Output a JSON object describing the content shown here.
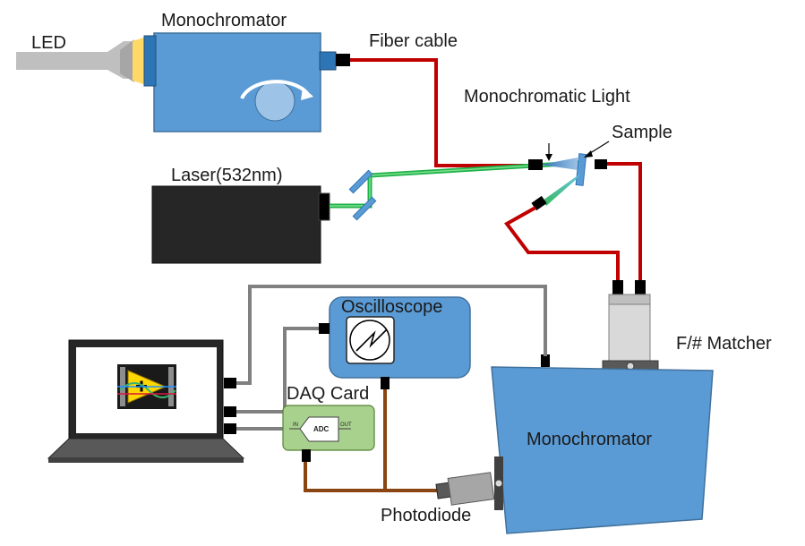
{
  "labels": {
    "led": "LED",
    "monochromator_top": "Monochromator",
    "fiber_cable": "Fiber cable",
    "monochromatic_light": "Monochromatic Light",
    "sample": "Sample",
    "laser": "Laser(532nm)",
    "oscilloscope": "Oscilloscope",
    "daq_card": "DAQ Card",
    "fn_matcher": "F/# Matcher",
    "monochromator_bottom": "Monochromator",
    "photodiode": "Photodiode"
  },
  "daq_board": {
    "adc": "ADC",
    "in": "IN",
    "out": "OUT"
  },
  "colors": {
    "device_blue": "#5b9bd5",
    "device_blue_border": "#41719c",
    "fiber_red": "#c00000",
    "laser_green": "#1fb24a",
    "signal_brown": "#8b4513",
    "cable_gray": "#808080",
    "laser_body": "#262626",
    "daq_green": "#a9d18e"
  }
}
